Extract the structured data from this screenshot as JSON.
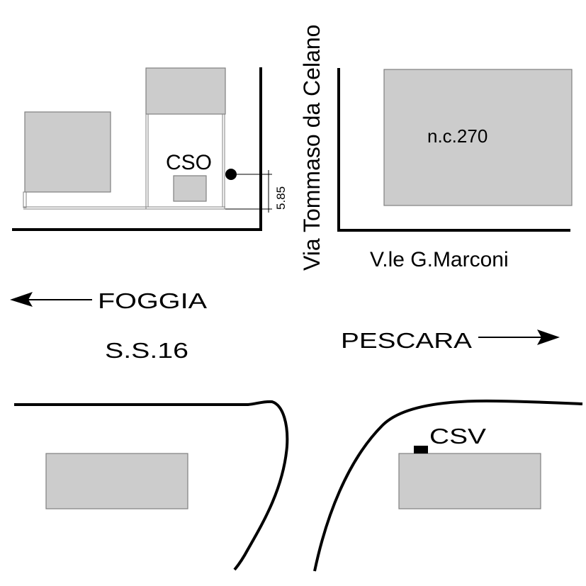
{
  "map": {
    "colors": {
      "building_fill": "#cccccc",
      "building_stroke": "#808080",
      "road": "#000000",
      "background": "#ffffff"
    },
    "streets": {
      "vertical": "Via Tommaso da Celano",
      "horizontal": "V.le G.Marconi",
      "highway": "S.S.16"
    },
    "directions": {
      "west": {
        "label": "FOGGIA",
        "icon": "arrow-left-icon"
      },
      "east": {
        "label": "PESCARA",
        "icon": "arrow-right-icon"
      }
    },
    "buildings": {
      "large_east": {
        "label": "n.c.270"
      }
    },
    "stations": {
      "cso": {
        "label": "CSO",
        "icon": "station-dot-icon"
      },
      "csv": {
        "label": "CSV",
        "icon": "station-square-icon"
      }
    },
    "dimension": {
      "value": "5.85"
    }
  }
}
